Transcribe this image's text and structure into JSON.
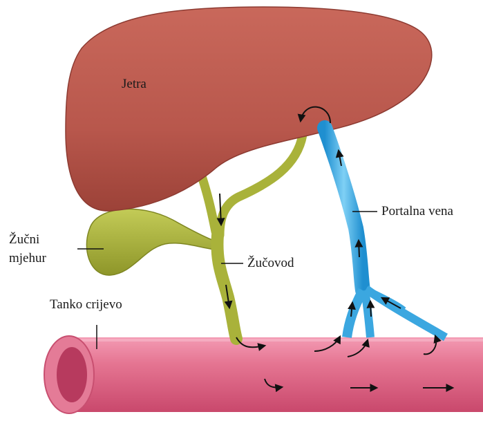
{
  "labels": {
    "liver": "Jetra",
    "portal_vein": "Portalna vena",
    "gallbladder_line1": "Žučni",
    "gallbladder_line2": "mjehur",
    "bile_duct": "Žučovod",
    "small_intestine": "Tanko crijevo"
  },
  "colors": {
    "liver": "#b8574c",
    "gallbladder": "#a9b23a",
    "portal_vein": "#3ba7e0",
    "intestine": "#e06a8a",
    "arrow": "#111111"
  }
}
